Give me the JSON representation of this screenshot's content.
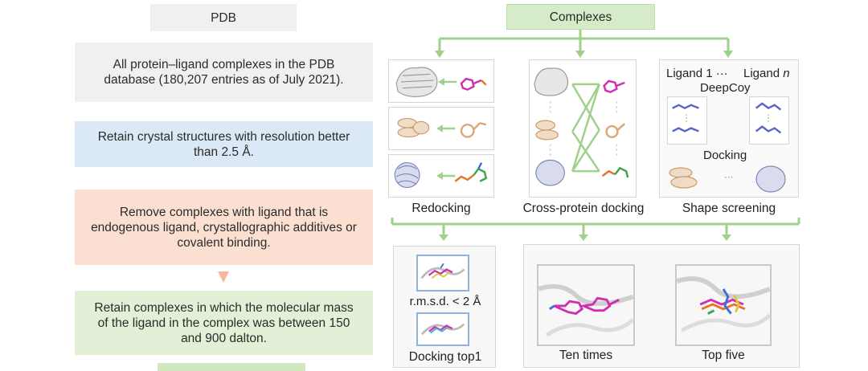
{
  "left_flow": {
    "header": "PDB",
    "step1": "All protein–ligand complexes in the PDB database (180,207 entries as of July 2021).",
    "step2": "Retain crystal structures with resolution better than 2.5 Å.",
    "step3": "Remove complexes with ligand that is endogenous ligand, crystallographic additives or covalent binding.",
    "step4": "Retain complexes in which the molecular mass of the ligand in the complex was between 150 and 900 dalton."
  },
  "right_flow": {
    "header": "Complexes",
    "panels": {
      "redocking": "Redocking",
      "cross_protein": "Cross-protein docking",
      "shape_screening": "Shape screening"
    },
    "shape": {
      "ligand_1": "Ligand 1",
      "ellipsis": "···",
      "ligand_n_prefix": "Ligand",
      "ligand_n_suffix": "n",
      "deepcoy": "DeepCoy",
      "docking": "Docking"
    },
    "evaluation": {
      "rmsd": "r.m.s.d. < 2 Å",
      "docking_top1": "Docking top1",
      "ten_times": "Ten times",
      "top_five": "Top five"
    }
  },
  "colors": {
    "gray_box": "#f0f0f0",
    "blue_box": "#dbe9f6",
    "orange_box": "#fbe0d1",
    "green_box": "#e1f0d6",
    "green_header": "#d6ecc8",
    "arrow_green": "#9fd08c",
    "arrow_orange": "#f5b898",
    "ligand_magenta": "#d02fb0",
    "ligand_tan": "#d9a877",
    "ligand_orange": "#e8722a"
  },
  "icons": [
    "protein-ribbon-icon",
    "ligand-stick-icon",
    "arrow-icon"
  ]
}
